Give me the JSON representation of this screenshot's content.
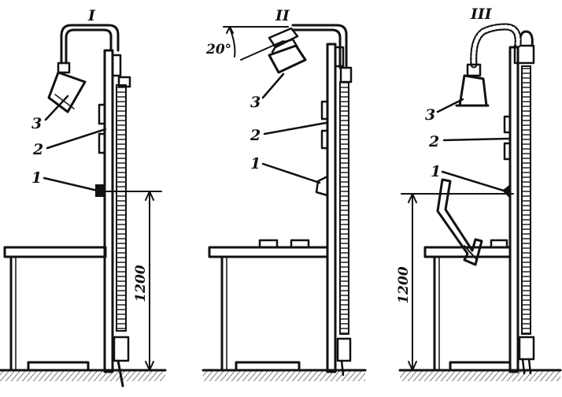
{
  "panels": [
    {
      "numeral": "I",
      "callouts": [
        "1",
        "2",
        "3"
      ],
      "dimension": "1200"
    },
    {
      "numeral": "II",
      "callouts": [
        "1",
        "2",
        "3"
      ],
      "angle": "20°"
    },
    {
      "numeral": "III",
      "callouts": [
        "1",
        "2",
        "3"
      ],
      "dimension": "1200"
    }
  ]
}
